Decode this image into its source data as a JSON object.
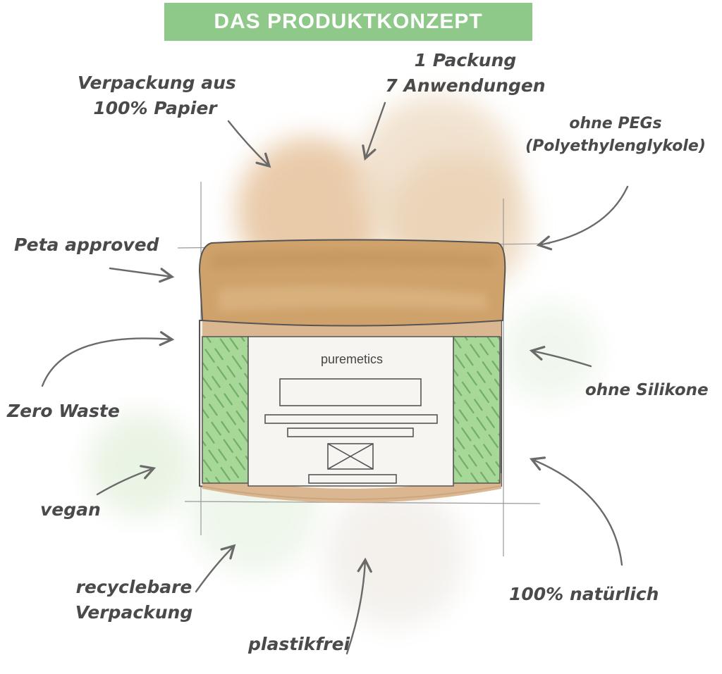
{
  "header": {
    "title": "DAS PRODUKTKONZEPT"
  },
  "product": {
    "brand": "puremetics"
  },
  "labels": {
    "paper": [
      "Verpackung aus",
      "100% Papier"
    ],
    "packs": [
      "1 Packung",
      "7 Anwendungen"
    ],
    "peg": [
      "ohne PEGs",
      "(Polyethylenglykole)"
    ],
    "peta": "Peta approved",
    "zero_waste": "Zero Waste",
    "silicone": "ohne Silikone",
    "vegan": "vegan",
    "recyclable": [
      "recyclebare",
      "Verpackung"
    ],
    "plastic_free": "plastikfrei",
    "natural": "100% natürlich"
  },
  "colors": {
    "banner": "#8ec98a",
    "lid": "#cfa26b",
    "watercolor": "#e7c9a5",
    "label_green": "#9ed18d",
    "ink": "#4a4a4a"
  },
  "icons": [
    "arrow-icon",
    "image-placeholder-icon"
  ]
}
